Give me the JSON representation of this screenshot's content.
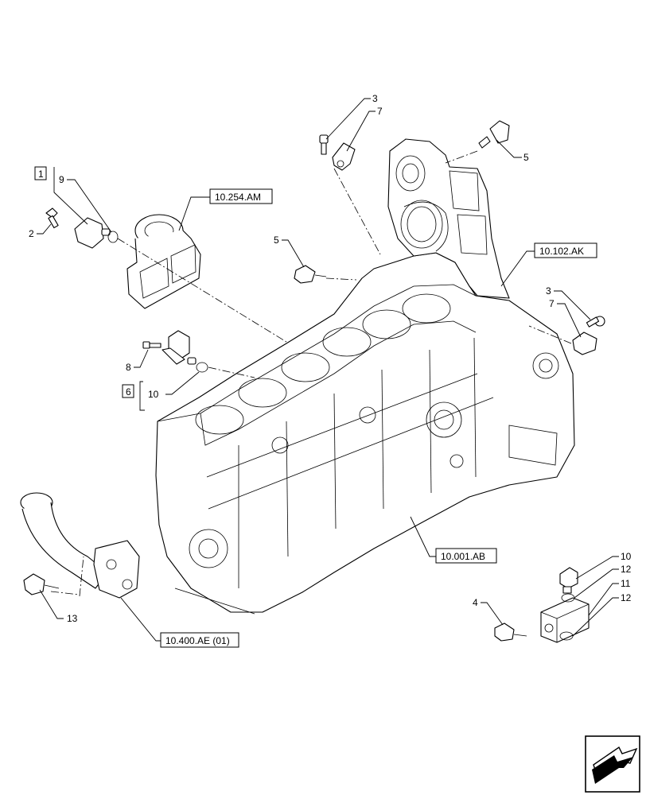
{
  "references": {
    "ref_254_am": "10.254.AM",
    "ref_102_ak": "10.102.AK",
    "ref_001_ab": "10.001.AB",
    "ref_400_ae": "10.400.AE (01)"
  },
  "kits": {
    "kit_1": "1",
    "kit_6": "6"
  },
  "callouts": {
    "c_3_top": "3",
    "c_7_top": "7",
    "c_5_top": "5",
    "c_9": "9",
    "c_2": "2",
    "c_5_mid": "5",
    "c_3_right": "3",
    "c_7_right": "7",
    "c_8": "8",
    "c_10_left": "10",
    "c_13": "13",
    "c_10_right": "10",
    "c_12_upper": "12",
    "c_11": "11",
    "c_12_lower": "12",
    "c_4": "4"
  },
  "icons": {
    "nav": "arrow-nav-icon"
  }
}
